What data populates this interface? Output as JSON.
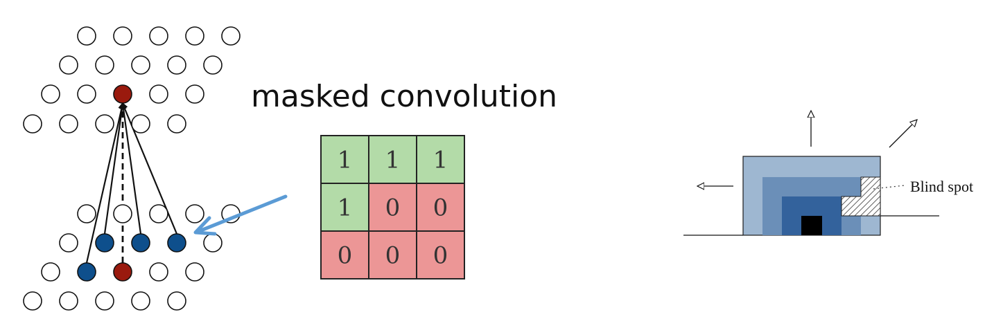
{
  "mask": {
    "title": "masked convolution",
    "cells": [
      [
        "1",
        "1",
        "1"
      ],
      [
        "1",
        "0",
        "0"
      ],
      [
        "0",
        "0",
        "0"
      ]
    ],
    "colors": {
      "one": "#b3dba8",
      "zero": "#ec9696",
      "border": "#222222"
    }
  },
  "lattice": {
    "colors": {
      "target": "#9a1a0e",
      "context": "#0e4f8c",
      "empty_stroke": "#111111",
      "pointer_arrow": "#5b9bd5"
    }
  },
  "blind_spot": {
    "label": "Blind spot",
    "colors": {
      "outer": "#9eb7d1",
      "middle": "#6b8fb8",
      "inner": "#33629c",
      "core": "#000000",
      "outline": "#1a1a1a"
    }
  }
}
